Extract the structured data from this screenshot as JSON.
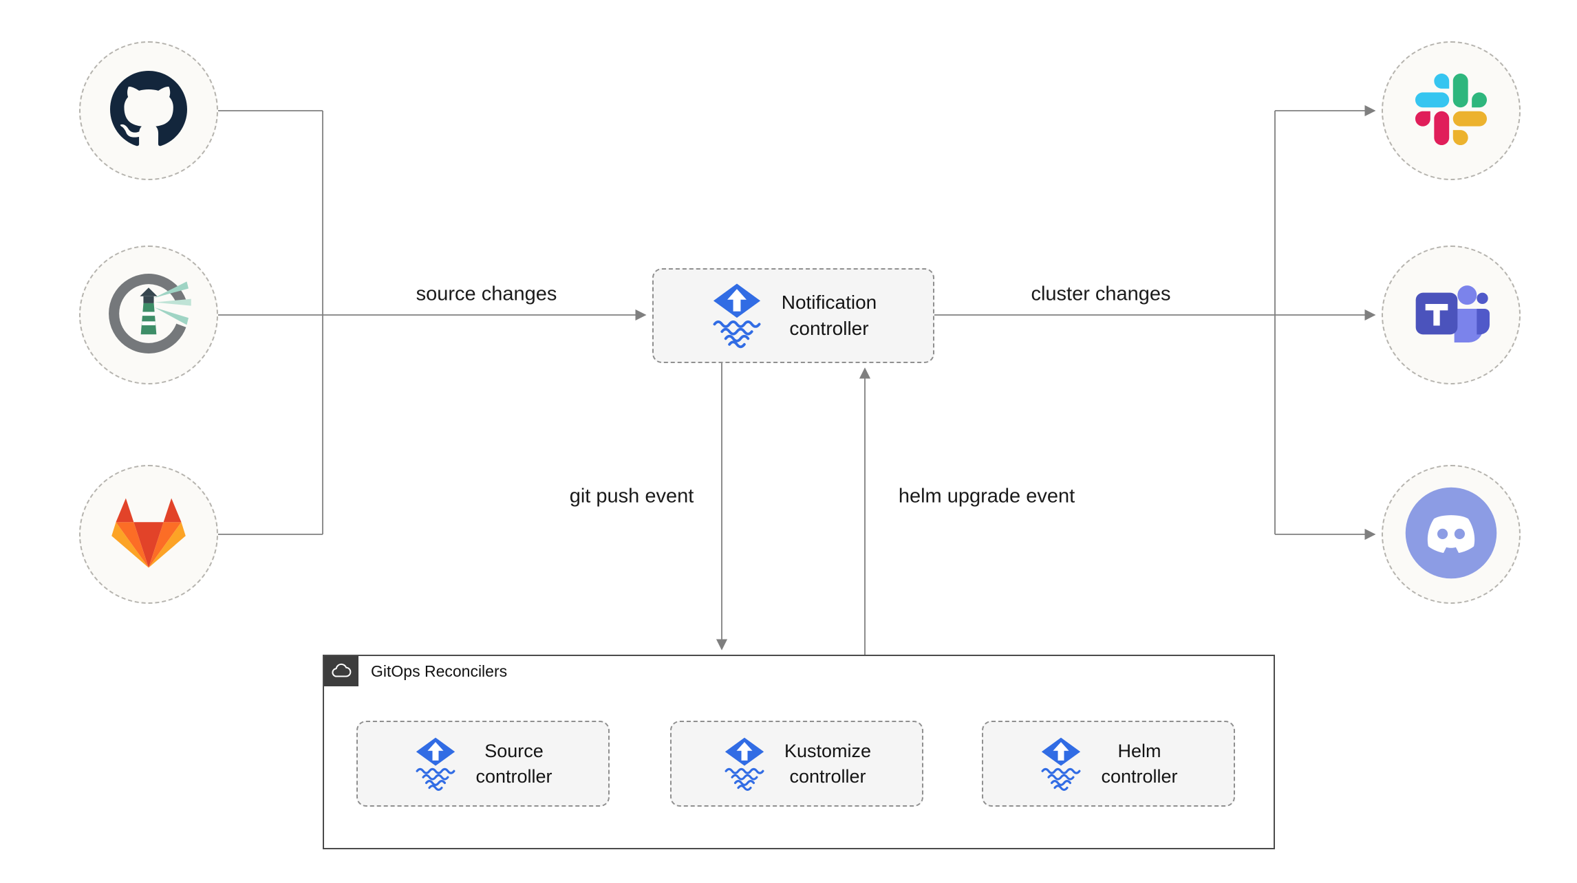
{
  "labels": {
    "source_changes": "source changes",
    "cluster_changes": "cluster changes",
    "git_push_event": "git push event",
    "helm_upgrade_event": "helm upgrade event"
  },
  "notification_controller": {
    "line1": "Notification",
    "line2": "controller"
  },
  "reconcilers": {
    "header": "GitOps Reconcilers",
    "controllers": [
      {
        "name": "Source controller",
        "line1": "Source",
        "line2": "controller"
      },
      {
        "name": "Kustomize controller",
        "line1": "Kustomize",
        "line2": "controller"
      },
      {
        "name": "Helm controller",
        "line1": "Helm",
        "line2": "controller"
      }
    ]
  },
  "sources": [
    {
      "name": "GitHub"
    },
    {
      "name": "Harbor"
    },
    {
      "name": "GitLab"
    }
  ],
  "targets": [
    {
      "name": "Slack"
    },
    {
      "name": "Microsoft Teams"
    },
    {
      "name": "Discord"
    }
  ],
  "icons": {
    "left": [
      "github-icon",
      "harbor-icon",
      "gitlab-icon"
    ],
    "right": [
      "slack-icon",
      "microsoft-teams-icon",
      "discord-icon"
    ],
    "controller_logo": "flux-icon",
    "reconcilers_header_icon": "cloud-icon"
  },
  "colors": {
    "flux_blue": "#316ce4",
    "connector_gray": "#7f7f7f",
    "box_fill": "#f5f5f5",
    "github_dark": "#13263c",
    "gitlab_red": "#e24329",
    "gitlab_orange": "#fc6d26",
    "gitlab_yellow": "#fca326",
    "slack_blue": "#36c5f0",
    "slack_green": "#2eb67d",
    "slack_yellow": "#ecb22e",
    "slack_pink": "#e01e5a",
    "teams_dark": "#4b53bc",
    "teams_light": "#7b83eb",
    "teams_mid": "#5059c9",
    "discord_blurple": "#8c9ce4",
    "harbor_gray": "#75787b",
    "harbor_green": "#3e8e68"
  }
}
